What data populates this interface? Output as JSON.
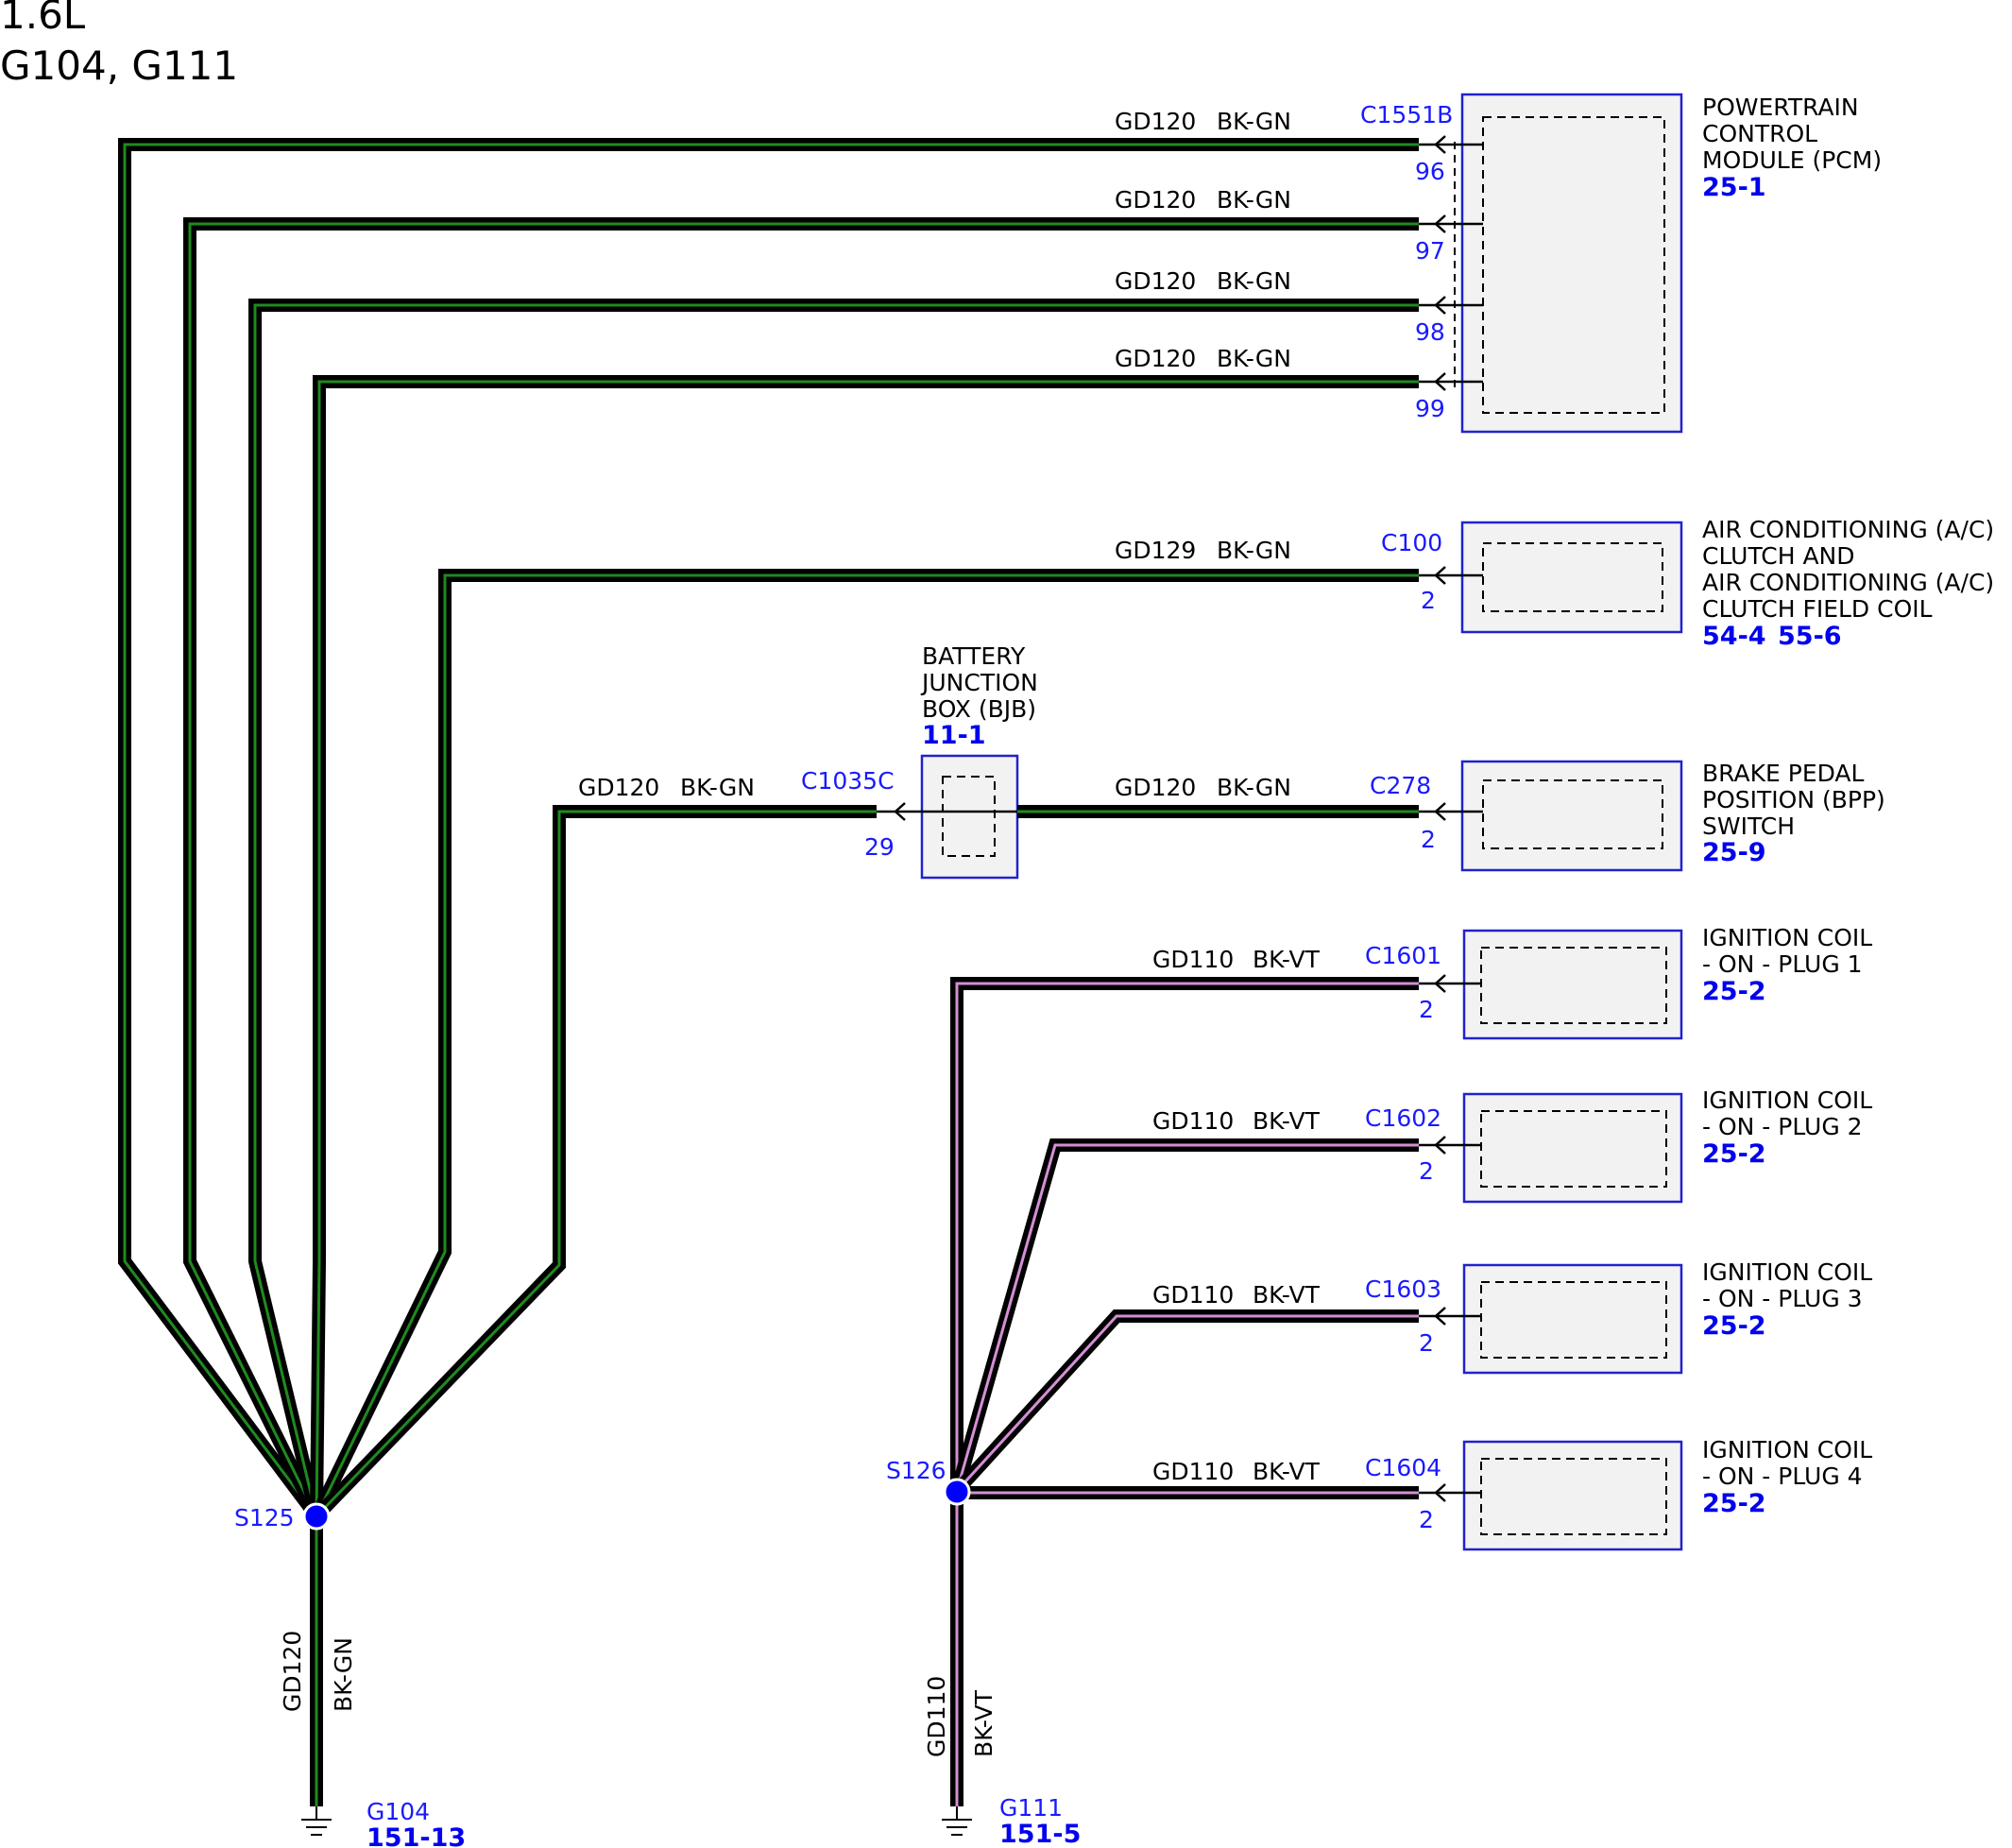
{
  "header": {
    "engine": "1.6L",
    "grounds": "G104, G111"
  },
  "colors": {
    "wire_outline": "#000000",
    "bk_gn_stripe": "#1f8a1f",
    "bk_vt_stripe": "#d48fd4",
    "connector_label": "#1a1aff",
    "page_ref": "#0000ee",
    "component_fill": "#f2f2f2",
    "component_border": "#2222cc",
    "splice_dot": "#0000ff"
  },
  "components": {
    "pcm": {
      "lines": [
        "POWERTRAIN",
        "CONTROL",
        "MODULE (PCM)"
      ],
      "ref": "25-1",
      "connector": "C1551B",
      "pins": [
        "96",
        "97",
        "98",
        "99"
      ]
    },
    "ac": {
      "lines": [
        "AIR CONDITIONING (A/C)",
        "CLUTCH AND",
        "AIR CONDITIONING (A/C)",
        "CLUTCH FIELD COIL"
      ],
      "ref1": "54-4",
      "ref2": "55-6",
      "connector": "C100",
      "pin": "2"
    },
    "bjb": {
      "lines": [
        "BATTERY",
        "JUNCTION",
        "BOX (BJB)"
      ],
      "ref": "11-1",
      "connector": "C1035C",
      "pin": "29"
    },
    "bpp": {
      "lines": [
        "BRAKE PEDAL",
        "POSITION (BPP)",
        "SWITCH"
      ],
      "ref": "25-9",
      "connector": "C278",
      "pin": "2"
    },
    "coils": [
      {
        "lines": [
          "IGNITION COIL",
          "- ON - PLUG 1"
        ],
        "ref": "25-2",
        "connector": "C1601",
        "pin": "2"
      },
      {
        "lines": [
          "IGNITION COIL",
          "- ON - PLUG 2"
        ],
        "ref": "25-2",
        "connector": "C1602",
        "pin": "2"
      },
      {
        "lines": [
          "IGNITION COIL",
          "- ON - PLUG 3"
        ],
        "ref": "25-2",
        "connector": "C1603",
        "pin": "2"
      },
      {
        "lines": [
          "IGNITION COIL",
          "- ON - PLUG 4"
        ],
        "ref": "25-2",
        "connector": "C1604",
        "pin": "2"
      }
    ]
  },
  "wire_labels": {
    "pcm_96": {
      "circuit": "GD120",
      "color": "BK-GN"
    },
    "pcm_97": {
      "circuit": "GD120",
      "color": "BK-GN"
    },
    "pcm_98": {
      "circuit": "GD120",
      "color": "BK-GN"
    },
    "pcm_99": {
      "circuit": "GD120",
      "color": "BK-GN"
    },
    "ac": {
      "circuit": "GD129",
      "color": "BK-GN"
    },
    "bjb": {
      "circuit": "GD120",
      "color": "BK-GN"
    },
    "bpp": {
      "circuit": "GD120",
      "color": "BK-GN"
    },
    "coil1": {
      "circuit": "GD110",
      "color": "BK-VT"
    },
    "coil2": {
      "circuit": "GD110",
      "color": "BK-VT"
    },
    "coil3": {
      "circuit": "GD110",
      "color": "BK-VT"
    },
    "coil4": {
      "circuit": "GD110",
      "color": "BK-VT"
    },
    "g104_drop": {
      "circuit": "GD120",
      "color": "BK-GN"
    },
    "g111_drop": {
      "circuit": "GD110",
      "color": "BK-VT"
    }
  },
  "splices": {
    "s125": "S125",
    "s126": "S126"
  },
  "grounds": {
    "g104": {
      "name": "G104",
      "ref": "151-13"
    },
    "g111": {
      "name": "G111",
      "ref": "151-5"
    }
  }
}
